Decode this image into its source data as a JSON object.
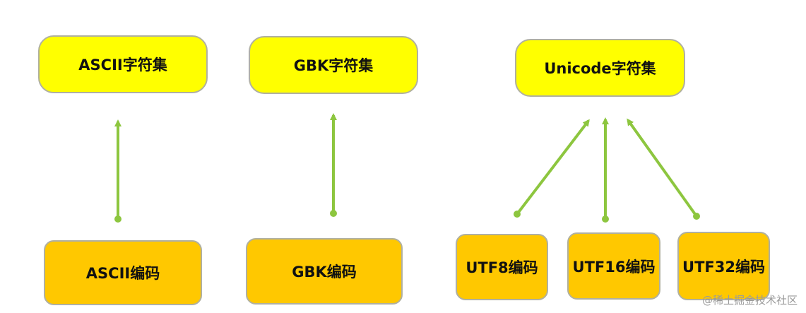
{
  "colors": {
    "charset_fill": "#ffff00",
    "encoding_fill": "#ffc800",
    "arrow": "#8dc63f"
  },
  "charsets": {
    "ascii": "ASCII字符集",
    "gbk": "GBK字符集",
    "unicode": "Unicode字符集"
  },
  "encodings": {
    "ascii": "ASCII编码",
    "gbk": "GBK编码",
    "utf8": "UTF8编码",
    "utf16": "UTF16编码",
    "utf32": "UTF32编码"
  },
  "watermark": "@稀土掘金技术社区"
}
